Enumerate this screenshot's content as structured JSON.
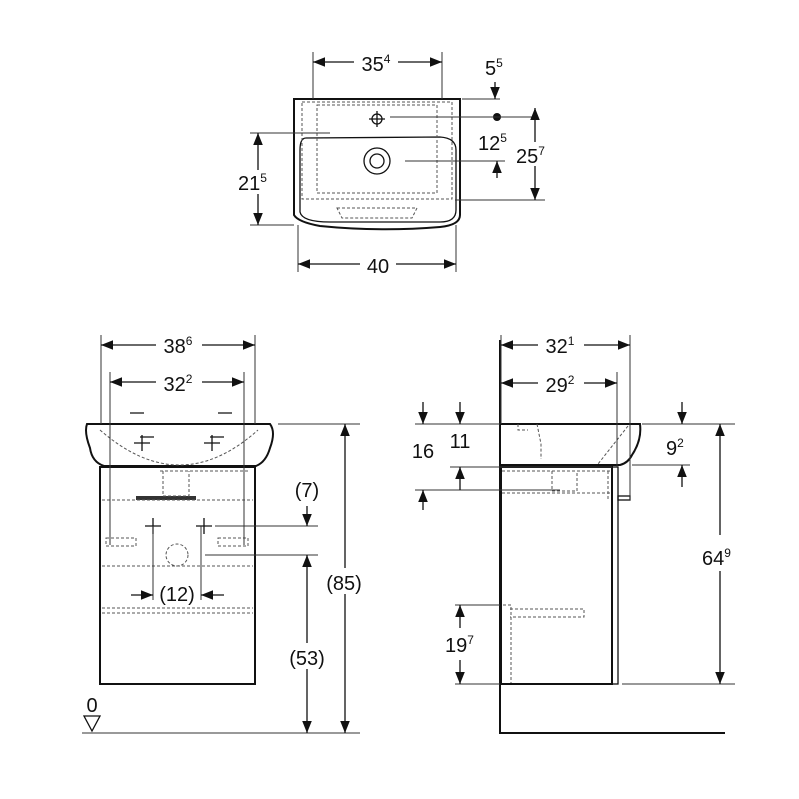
{
  "dims": {
    "top_width_inner": {
      "base": "35",
      "sup": "4"
    },
    "top_tap_offset": {
      "base": "5",
      "sup": "5"
    },
    "top_drain_offset": {
      "base": "12",
      "sup": "5"
    },
    "top_depth": {
      "base": "25",
      "sup": "7"
    },
    "top_bowl_depth": {
      "base": "21",
      "sup": "5"
    },
    "top_width": {
      "base": "40",
      "sup": ""
    },
    "front_cabinet_width": {
      "base": "38",
      "sup": "6"
    },
    "front_inner_width": {
      "base": "32",
      "sup": "2"
    },
    "front_total_height": {
      "base": "(85)",
      "sup": ""
    },
    "front_drain_drop": {
      "base": "(7)",
      "sup": ""
    },
    "front_drain_height": {
      "base": "(53)",
      "sup": ""
    },
    "front_tap_spacing": {
      "base": "(12)",
      "sup": ""
    },
    "floor_level": {
      "base": "0",
      "sup": ""
    },
    "side_depth": {
      "base": "32",
      "sup": "1"
    },
    "side_inner_depth": {
      "base": "29",
      "sup": "2"
    },
    "side_16": {
      "base": "16",
      "sup": ""
    },
    "side_11": {
      "base": "11",
      "sup": ""
    },
    "side_basin_height": {
      "base": "9",
      "sup": "2"
    },
    "side_cabinet_height": {
      "base": "64",
      "sup": "9"
    },
    "side_drawer_height": {
      "base": "19",
      "sup": "7"
    }
  }
}
